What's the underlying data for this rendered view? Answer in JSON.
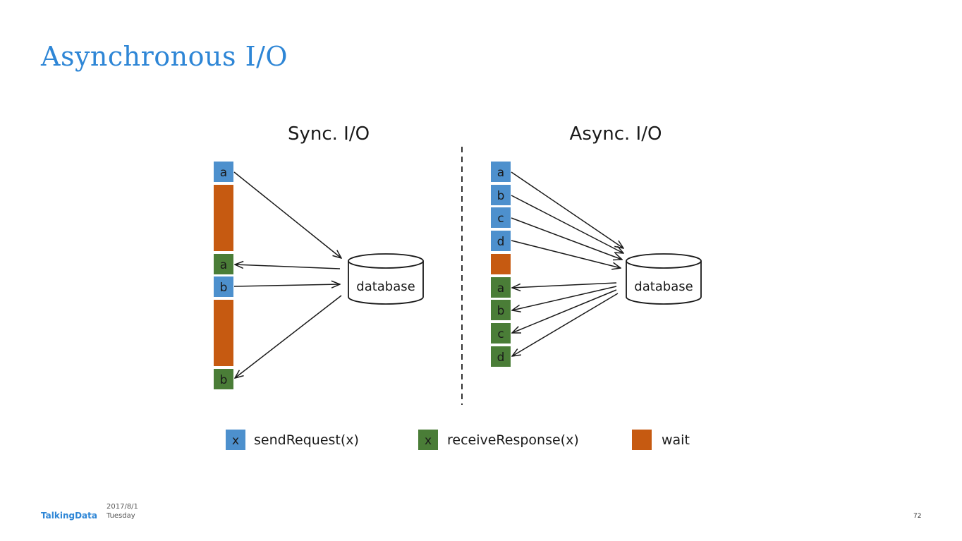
{
  "slide": {
    "title": "Asynchronous I/O"
  },
  "colors": {
    "title": "#2e86d6",
    "send": "#4d90cd",
    "receive": "#4a7d37",
    "wait": "#c65a11",
    "line": "#1a1a1a"
  },
  "sync": {
    "heading": "Sync. I/O",
    "database_label": "database",
    "blocks": [
      {
        "type": "send",
        "label": "a"
      },
      {
        "type": "wait",
        "label": ""
      },
      {
        "type": "receive",
        "label": "a"
      },
      {
        "type": "send",
        "label": "b"
      },
      {
        "type": "wait",
        "label": ""
      },
      {
        "type": "receive",
        "label": "b"
      }
    ]
  },
  "async": {
    "heading": "Async. I/O",
    "database_label": "database",
    "blocks": [
      {
        "type": "send",
        "label": "a"
      },
      {
        "type": "send",
        "label": "b"
      },
      {
        "type": "send",
        "label": "c"
      },
      {
        "type": "send",
        "label": "d"
      },
      {
        "type": "wait",
        "label": ""
      },
      {
        "type": "receive",
        "label": "a"
      },
      {
        "type": "receive",
        "label": "b"
      },
      {
        "type": "receive",
        "label": "c"
      },
      {
        "type": "receive",
        "label": "d"
      }
    ]
  },
  "legend": [
    {
      "type": "send",
      "symbol": "x",
      "label": "sendRequest(x)"
    },
    {
      "type": "receive",
      "symbol": "x",
      "label": "receiveResponse(x)"
    },
    {
      "type": "wait",
      "symbol": "",
      "label": "wait"
    }
  ],
  "footer": {
    "logo": "TalkingData",
    "date": "2017/8/1",
    "weekday": "Tuesday",
    "page_number": "72"
  }
}
